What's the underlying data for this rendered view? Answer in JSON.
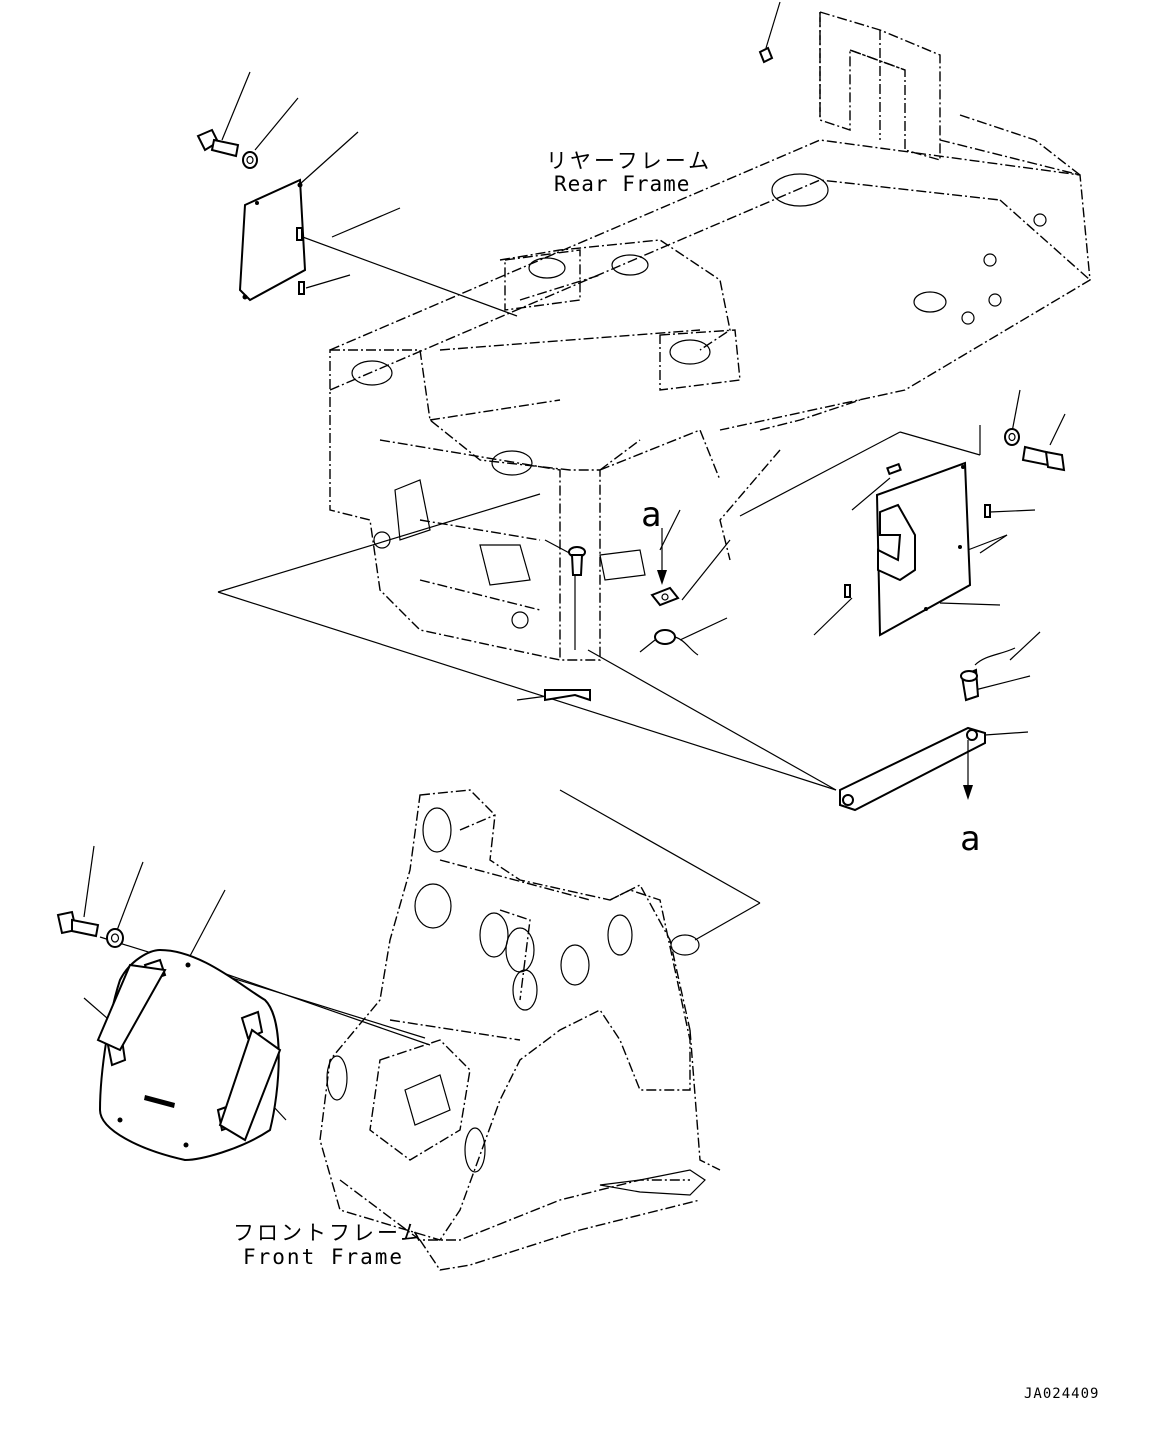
{
  "labels": {
    "rear_frame_jp": "リヤーフレーム",
    "rear_frame_en": "Rear Frame",
    "front_frame_jp": "フロントフレーム",
    "front_frame_en": "Front Frame",
    "ref_a_top": "a",
    "ref_a_bottom": "a",
    "drawing_id": "JA024409"
  }
}
